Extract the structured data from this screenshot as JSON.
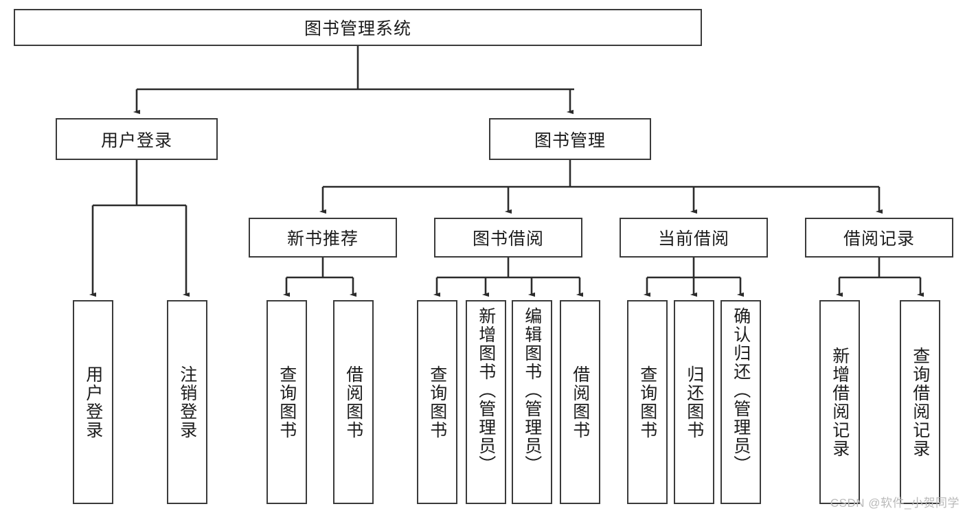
{
  "diagram": {
    "title": "图书管理系统",
    "watermark": "CSDN @软件_小贺同学",
    "colors": {
      "box_border": "#3a3a3a",
      "box_fill": "#ffffff",
      "edge": "#2b2b2b",
      "text": "#1b1b1b",
      "watermark": "#b9b9b9",
      "background": "#ffffff"
    },
    "root": {
      "label": "图书管理系统"
    },
    "level2": [
      {
        "label": "用户登录"
      },
      {
        "label": "图书管理"
      }
    ],
    "level3": [
      {
        "label": "新书推荐"
      },
      {
        "label": "图书借阅"
      },
      {
        "label": "当前借阅"
      },
      {
        "label": "借阅记录"
      }
    ],
    "leaves": {
      "user_login": [
        {
          "label": "用户登录"
        },
        {
          "label": "注销登录"
        }
      ],
      "new_book_recommend": [
        {
          "label": "查询图书"
        },
        {
          "label": "借阅图书"
        }
      ],
      "book_borrow": [
        {
          "label": "查询图书"
        },
        {
          "label": "新增图书（管理员）"
        },
        {
          "label": "编辑图书（管理员）"
        },
        {
          "label": "借阅图书"
        }
      ],
      "current_borrow": [
        {
          "label": "查询图书"
        },
        {
          "label": "归还图书"
        },
        {
          "label": "确认归还（管理员）"
        }
      ],
      "borrow_record": [
        {
          "label": "新增借阅记录"
        },
        {
          "label": "查询借阅记录"
        }
      ]
    }
  }
}
